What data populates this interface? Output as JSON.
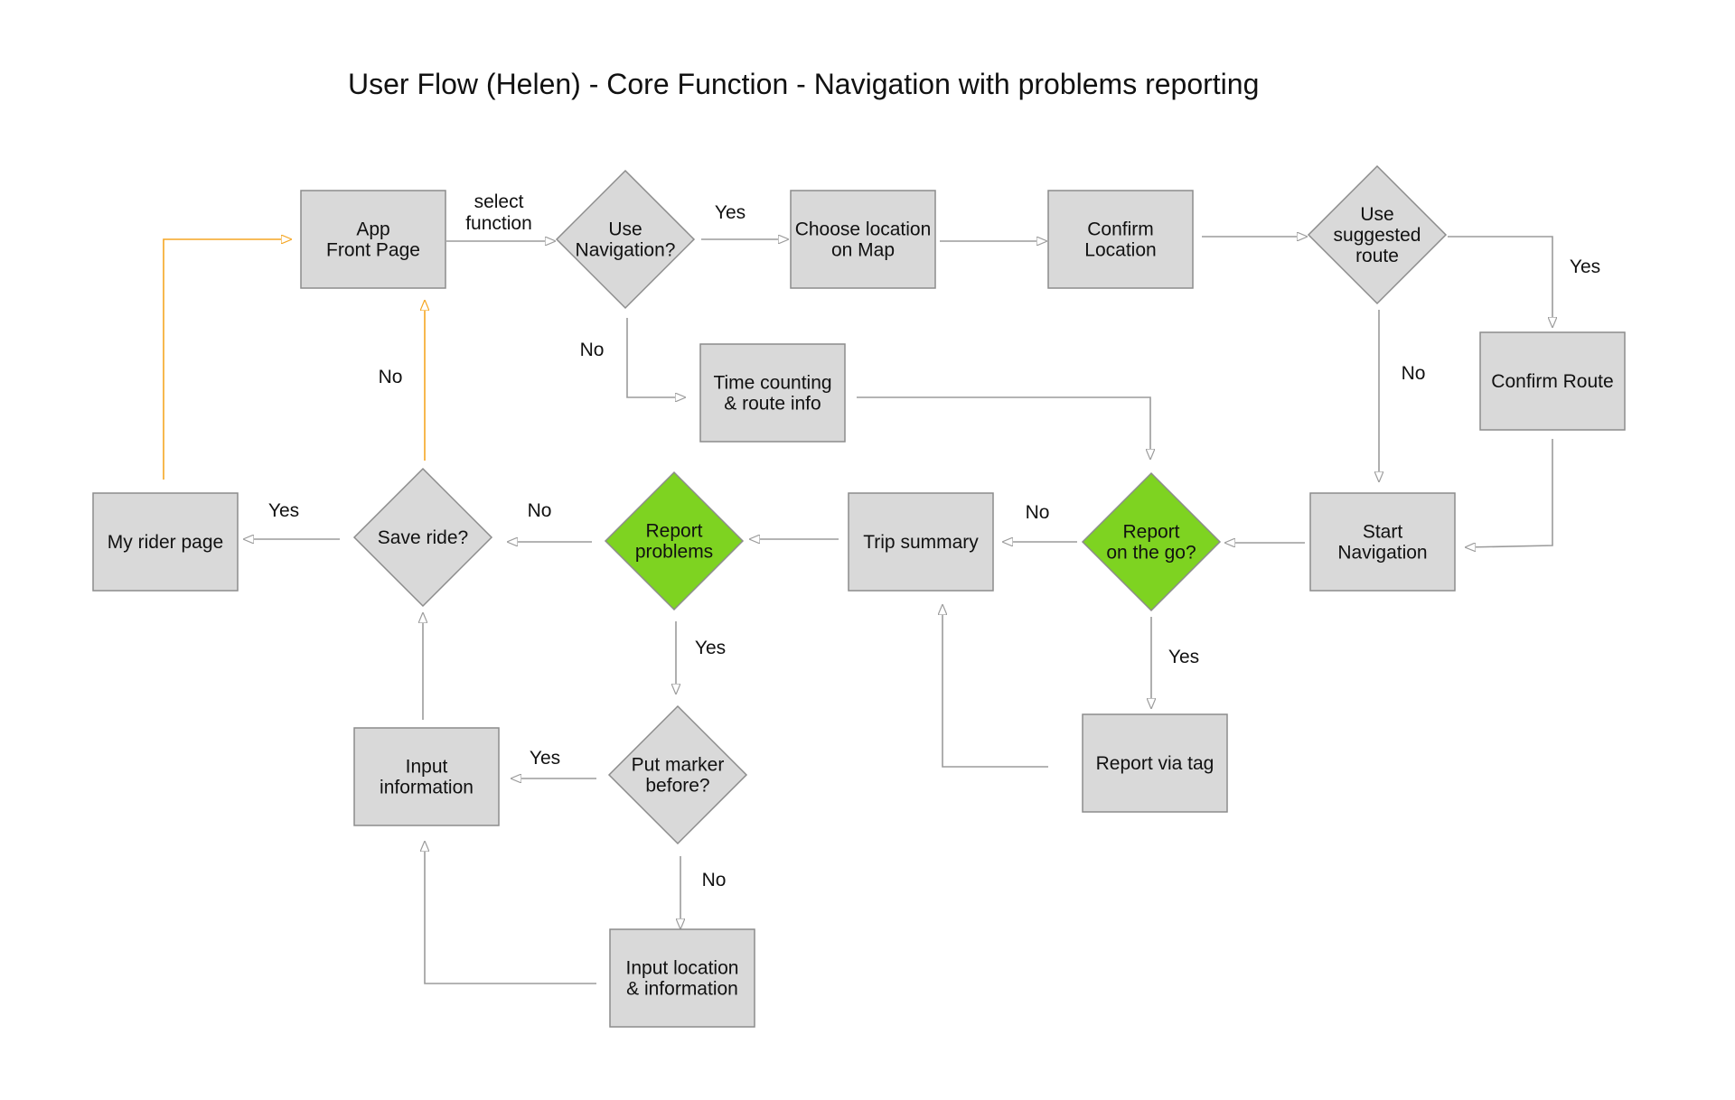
{
  "title": "User Flow (Helen) - Core Function - Navigation with problems reporting",
  "colors": {
    "box_fill": "#d9d9d9",
    "decision_fill": "#d9d9d9",
    "highlight_fill": "#7ed321",
    "edge": "#9b9b9b",
    "loop_edge": "#f5a623"
  },
  "nodes": [
    {
      "id": "app-front-page",
      "shape": "rect",
      "lines": [
        "App",
        "Front Page"
      ]
    },
    {
      "id": "use-navigation",
      "shape": "diamond",
      "lines": [
        "Use",
        "Navigation?"
      ]
    },
    {
      "id": "choose-location",
      "shape": "rect",
      "lines": [
        "Choose location",
        "on Map"
      ]
    },
    {
      "id": "confirm-location",
      "shape": "rect",
      "lines": [
        "Confirm",
        "Location"
      ]
    },
    {
      "id": "use-suggested-route",
      "shape": "diamond",
      "lines": [
        "Use",
        "suggested",
        "route"
      ]
    },
    {
      "id": "confirm-route",
      "shape": "rect",
      "lines": [
        "Confirm Route"
      ]
    },
    {
      "id": "time-counting",
      "shape": "rect",
      "lines": [
        "Time counting",
        "& route info"
      ]
    },
    {
      "id": "start-navigation",
      "shape": "rect",
      "lines": [
        "Start",
        "Navigation"
      ]
    },
    {
      "id": "report-on-the-go",
      "shape": "diamond",
      "highlight": true,
      "lines": [
        "Report",
        "on the go?"
      ]
    },
    {
      "id": "trip-summary",
      "shape": "rect",
      "lines": [
        "Trip summary"
      ]
    },
    {
      "id": "report-via-tag",
      "shape": "rect",
      "lines": [
        "Report via tag"
      ]
    },
    {
      "id": "report-problems",
      "shape": "diamond",
      "highlight": true,
      "lines": [
        "Report",
        "problems"
      ]
    },
    {
      "id": "save-ride",
      "shape": "diamond",
      "lines": [
        "Save ride?"
      ]
    },
    {
      "id": "my-rider-page",
      "shape": "rect",
      "lines": [
        "My rider page"
      ]
    },
    {
      "id": "put-marker-before",
      "shape": "diamond",
      "lines": [
        "Put marker",
        "before?"
      ]
    },
    {
      "id": "input-information",
      "shape": "rect",
      "lines": [
        "Input",
        "information"
      ]
    },
    {
      "id": "input-location-information",
      "shape": "rect",
      "lines": [
        "Input location",
        "& information"
      ]
    }
  ],
  "edges": [
    {
      "id": "front-to-nav",
      "lines": [
        "select",
        "function"
      ]
    },
    {
      "id": "nav-yes",
      "lines": [
        "Yes"
      ]
    },
    {
      "id": "nav-no",
      "lines": [
        "No"
      ]
    },
    {
      "id": "choose-to-confirm",
      "lines": []
    },
    {
      "id": "confirm-to-suggested",
      "lines": []
    },
    {
      "id": "suggested-yes",
      "lines": [
        "Yes"
      ]
    },
    {
      "id": "suggested-no",
      "lines": [
        "No"
      ]
    },
    {
      "id": "route-to-start",
      "lines": []
    },
    {
      "id": "time-to-report",
      "lines": []
    },
    {
      "id": "start-to-report",
      "lines": []
    },
    {
      "id": "report-go-no",
      "lines": [
        "No"
      ]
    },
    {
      "id": "report-go-yes",
      "lines": [
        "Yes"
      ]
    },
    {
      "id": "tag-to-summary",
      "lines": []
    },
    {
      "id": "summary-to-problems",
      "lines": []
    },
    {
      "id": "problems-no",
      "lines": [
        "No"
      ]
    },
    {
      "id": "problems-yes",
      "lines": [
        "Yes"
      ]
    },
    {
      "id": "save-yes",
      "lines": [
        "Yes"
      ]
    },
    {
      "id": "save-no",
      "lines": [
        "No"
      ]
    },
    {
      "id": "rider-to-front",
      "lines": []
    },
    {
      "id": "marker-yes",
      "lines": [
        "Yes"
      ]
    },
    {
      "id": "marker-no",
      "lines": [
        "No"
      ]
    },
    {
      "id": "loc-to-input",
      "lines": []
    },
    {
      "id": "input-to-save",
      "lines": []
    }
  ]
}
